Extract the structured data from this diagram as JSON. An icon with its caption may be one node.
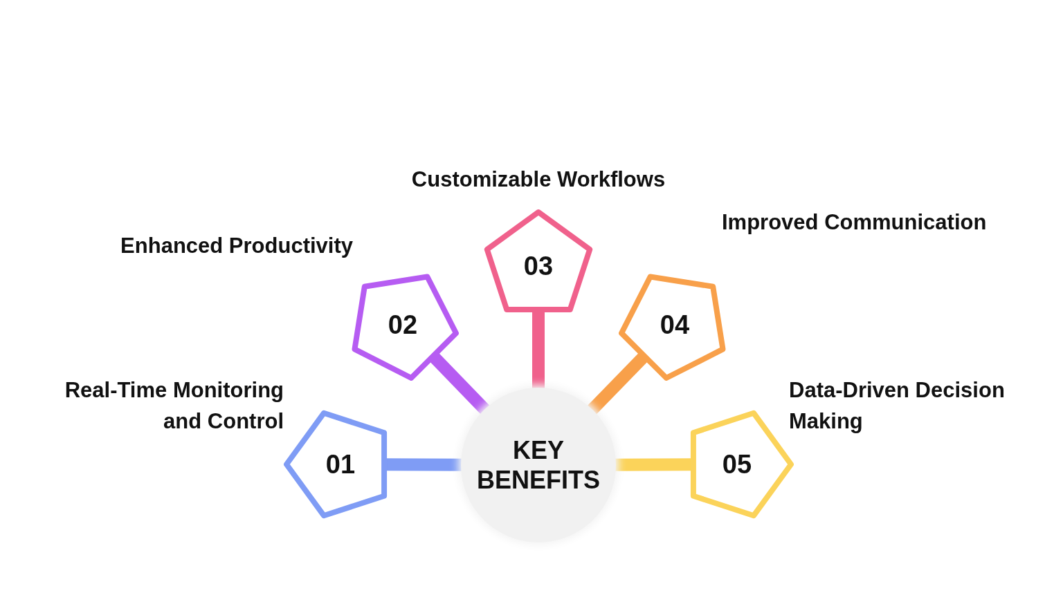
{
  "diagram": {
    "nodes": [
      {
        "text": [
          "01"
        ],
        "beside": [
          "Real-Time Monitoring and Control"
        ]
      },
      {
        "text": [
          "02"
        ],
        "beside": [
          "Enhanced Productivity"
        ]
      },
      {
        "text": [
          "03"
        ],
        "beside": [
          "Customizable Workflows"
        ]
      },
      {
        "text": [
          "04"
        ],
        "beside": [
          "Improved Communication"
        ]
      },
      {
        "text": [
          "05"
        ],
        "beside": [
          "Data-Driven Decision Making"
        ]
      },
      {
        "text": [
          "KEY BENEFITS"
        ]
      }
    ],
    "edges": [
      {
        "from": 5,
        "to": 0,
        "arrow": "none",
        "color": "#7f9cf5"
      },
      {
        "from": 5,
        "to": 1,
        "arrow": "none",
        "color": "#b65cf2"
      },
      {
        "from": 5,
        "to": 2,
        "arrow": "none",
        "color": "#f0618c"
      },
      {
        "from": 5,
        "to": 3,
        "arrow": "none",
        "color": "#f8a04a"
      },
      {
        "from": 5,
        "to": 4,
        "arrow": "none",
        "color": "#fbd35a"
      }
    ]
  }
}
